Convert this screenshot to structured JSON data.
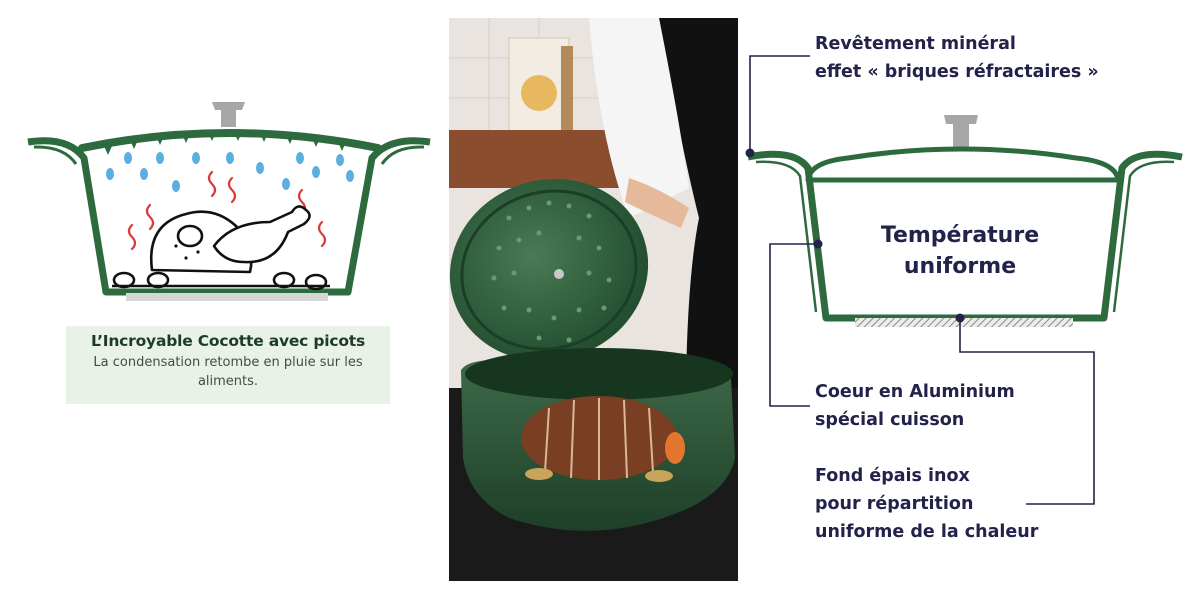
{
  "left": {
    "caption_title": "L’Incroyable Cocotte avec picots",
    "caption_text": "La condensation retombe en pluie sur les aliments."
  },
  "right": {
    "label_coating_line1": "Revêtement minéral",
    "label_coating_line2": "effet « briques réfractaires »",
    "label_center_line1": "Température",
    "label_center_line2": "uniforme",
    "label_core_line1": "Coeur en Aluminium",
    "label_core_line2": "spécial cuisson",
    "label_base_line1": "Fond épais inox",
    "label_base_line2": "pour répartition",
    "label_base_line3": "uniforme de la chaleur"
  },
  "colors": {
    "pot_green": "#2d6b3f",
    "drop_blue": "#5aaee0",
    "steam_red": "#d9393a",
    "annotation_navy": "#23224a",
    "caption_bg": "#e8f2e6"
  }
}
